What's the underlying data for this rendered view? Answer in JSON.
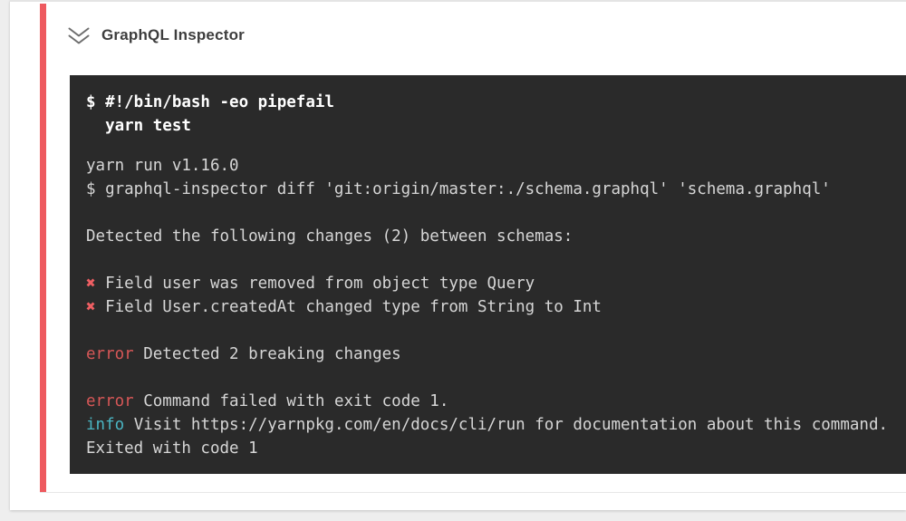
{
  "colors": {
    "page_bg": "#eeeeee",
    "card_bg": "#ffffff",
    "stripe_red": "#ee5a5f",
    "title_gray": "#3d3d3d",
    "terminal_bg": "#2a2a2a",
    "terminal_text": "#d6d6d6",
    "terminal_bold": "#ffffff",
    "x_mark_red": "#ef5f63",
    "error_red": "#d65757",
    "info_cyan": "#4ab5c3"
  },
  "header": {
    "title": "GraphQL Inspector",
    "collapse_icon": "double-chevron-down-icon"
  },
  "terminal": {
    "lines": [
      {
        "bold": true,
        "segments": [
          {
            "text": "$ #!/bin/bash -eo pipefail",
            "color": "bold"
          }
        ]
      },
      {
        "bold": true,
        "segments": [
          {
            "text": "  yarn test",
            "color": "bold"
          }
        ]
      },
      {
        "blank": true,
        "small": true
      },
      {
        "segments": [
          {
            "text": "yarn run v1.16.0",
            "color": "default"
          }
        ]
      },
      {
        "segments": [
          {
            "text": "$ graphql-inspector diff 'git:origin/master:./schema.graphql' 'schema.graphql'",
            "color": "default"
          }
        ]
      },
      {
        "blank": true
      },
      {
        "segments": [
          {
            "text": "Detected the following changes (2) between schemas:",
            "color": "default"
          }
        ]
      },
      {
        "blank": true
      },
      {
        "segments": [
          {
            "text": "✖",
            "color": "xmark"
          },
          {
            "text": " Field user was removed from object type Query",
            "color": "default"
          }
        ]
      },
      {
        "segments": [
          {
            "text": "✖",
            "color": "xmark"
          },
          {
            "text": " Field User.createdAt changed type from String to Int",
            "color": "default"
          }
        ]
      },
      {
        "blank": true
      },
      {
        "segments": [
          {
            "text": "error",
            "color": "error"
          },
          {
            "text": " Detected 2 breaking changes",
            "color": "default"
          }
        ]
      },
      {
        "blank": true
      },
      {
        "segments": [
          {
            "text": "error",
            "color": "error"
          },
          {
            "text": " Command failed with exit code 1.",
            "color": "default"
          }
        ]
      },
      {
        "segments": [
          {
            "text": "info",
            "color": "info"
          },
          {
            "text": " Visit https://yarnpkg.com/en/docs/cli/run for documentation about this command.",
            "color": "default"
          }
        ]
      },
      {
        "segments": [
          {
            "text": "Exited with code 1",
            "color": "default"
          }
        ]
      }
    ]
  }
}
